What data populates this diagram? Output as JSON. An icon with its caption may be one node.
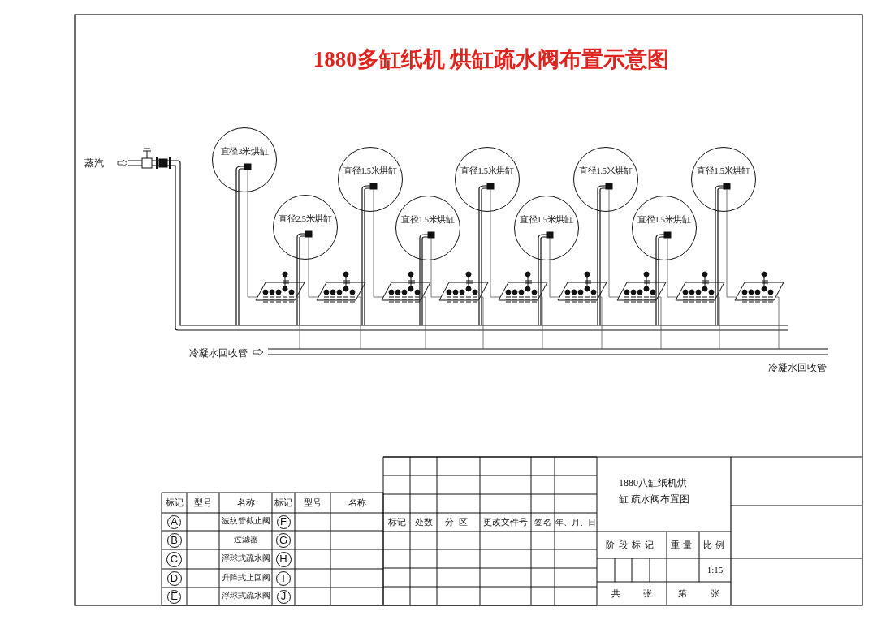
{
  "diagram": {
    "title": "1880多缸纸机 烘缸疏水阀布置示意图",
    "nodes": [
      {
        "text": [
          "直径3米烘缸"
        ]
      },
      {
        "text": [
          "直径2.5米烘缸"
        ]
      },
      {
        "text": [
          "直径1.5米烘缸"
        ]
      },
      {
        "text": [
          "直径1.5米烘缸"
        ]
      },
      {
        "text": [
          "直径1.5米烘缸"
        ]
      },
      {
        "text": [
          "直径1.5米烘缸"
        ]
      },
      {
        "text": [
          "直径1.5米烘缸"
        ]
      },
      {
        "text": [
          "直径1.5米烘缸"
        ]
      },
      {
        "text": [
          "直径1.5米烘缸"
        ]
      }
    ],
    "edges": [],
    "labels": [
      "蒸汽",
      "冷凝水回收管",
      "冷凝水回收管",
      "标记",
      "型号",
      "名称",
      "标记",
      "型号",
      "名称",
      "A",
      "波纹管截止阀",
      "F",
      "B",
      "过滤器",
      "G",
      "C",
      "浮球式疏水阀",
      "H",
      "D",
      "升降式止回阀",
      "I",
      "E",
      "浮球式疏水阀",
      "J",
      "标记",
      "处数",
      "分区",
      "更改文件号",
      "签名",
      "年、月、日",
      "1880八缸纸机烘缸 疏水阀布置图",
      "阶段标记",
      "重量",
      "比例",
      "1:15",
      "共 张",
      "第 张"
    ]
  }
}
